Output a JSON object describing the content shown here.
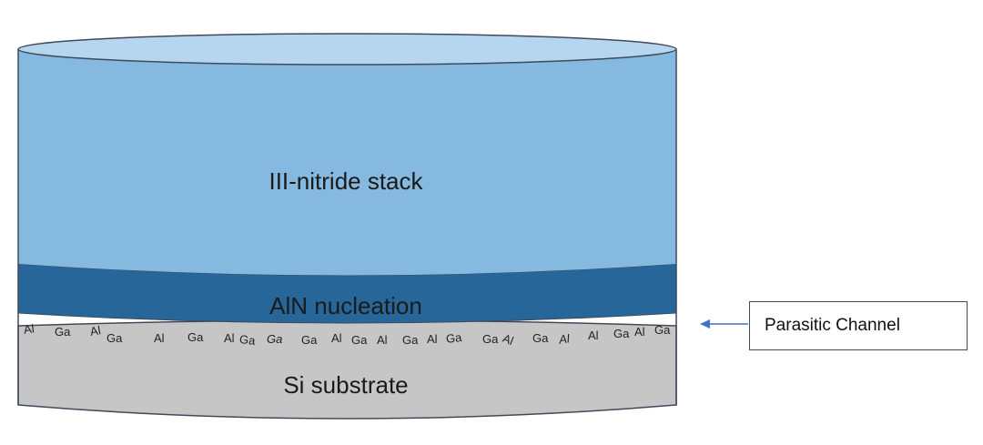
{
  "layers": {
    "nitride_stack": {
      "label": "III-nitride stack",
      "color": "#85b9e0",
      "top_color": "#b6d5ee"
    },
    "nucleation": {
      "label": "AlN nucleation",
      "color": "#276698"
    },
    "substrate": {
      "label": "Si substrate",
      "color": "#c6c6c6"
    }
  },
  "atoms": [
    "Al",
    "Ga",
    "Al",
    "Ga",
    "Al",
    "Ga",
    "Al",
    "Ga",
    "Ga",
    "Ga",
    "Al",
    "Ga",
    "Al",
    "Ga",
    "Al",
    "Ga",
    "Ga",
    "Al",
    "Ga",
    "Al",
    "Al",
    "Ga",
    "Al",
    "Ga"
  ],
  "callout": {
    "label": "Parasitic Channel",
    "arrow_color": "#4472c4"
  },
  "outline_color": "#3f4a5a"
}
